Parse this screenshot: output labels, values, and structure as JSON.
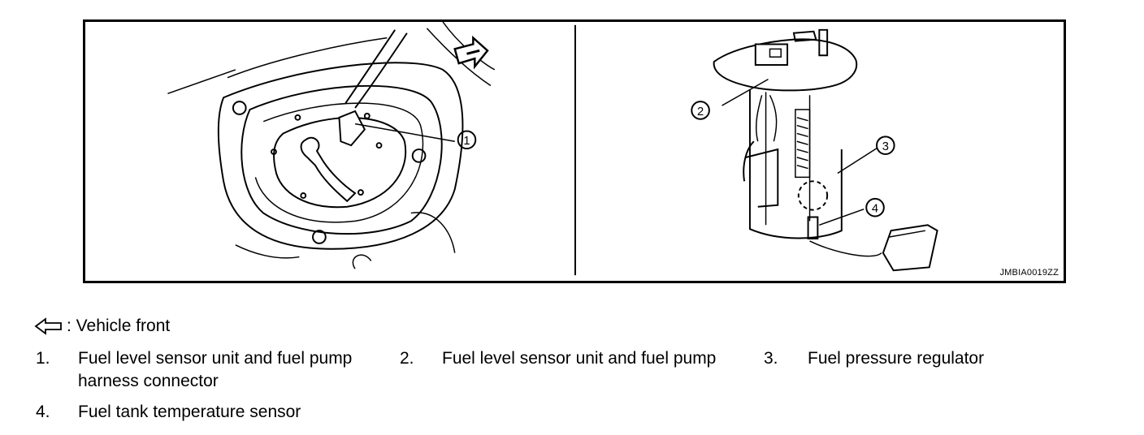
{
  "figure": {
    "code": "JMBIA0019ZZ",
    "callouts": [
      "1",
      "2",
      "3",
      "4"
    ]
  },
  "legend": {
    "symbol_text": ": Vehicle front"
  },
  "items": [
    {
      "number": "1.",
      "text": "Fuel level sensor unit and fuel pump harness connector"
    },
    {
      "number": "2.",
      "text": "Fuel level sensor unit and fuel pump"
    },
    {
      "number": "3.",
      "text": "Fuel pressure regulator"
    },
    {
      "number": "4.",
      "text": "Fuel tank temperature sensor"
    }
  ]
}
